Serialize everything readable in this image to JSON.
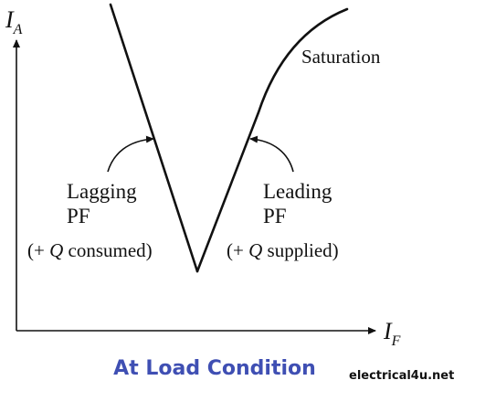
{
  "axes": {
    "y_label": "I",
    "y_subscript": "A",
    "x_label": "I",
    "x_subscript": "F"
  },
  "curve_label": "Saturation",
  "left_region": {
    "line1": "Lagging",
    "line2": "PF",
    "line3_prefix": "(+ ",
    "line3_var": "Q",
    "line3_suffix": " consumed)"
  },
  "right_region": {
    "line1": "Leading",
    "line2": "PF",
    "line3_prefix": "(+ ",
    "line3_var": "Q",
    "line3_suffix": " supplied)"
  },
  "caption": "At Load Condition",
  "watermark": "electrical4u.net",
  "colors": {
    "caption": "#3f4fb3",
    "ink": "#111111"
  }
}
